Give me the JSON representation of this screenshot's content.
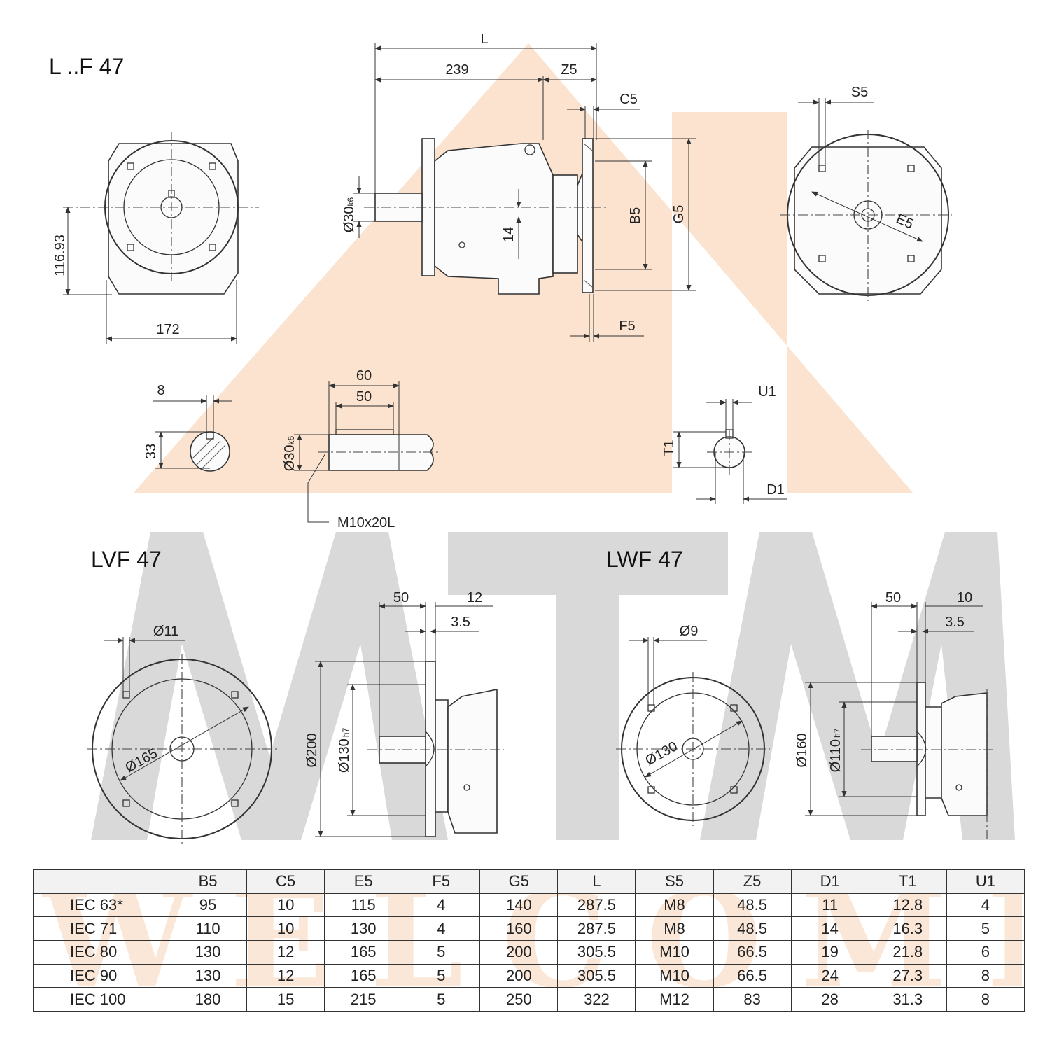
{
  "watermark": {
    "logo_text": "MTM",
    "word": "WELCOME",
    "accent": "#fbe3cf",
    "grey": "#d9d9d9"
  },
  "titles": {
    "top": "L ..F 47",
    "left_bottom": "LVF 47",
    "right_bottom": "LWF 47"
  },
  "top_dims": {
    "front_height": "116.93",
    "front_width": "172",
    "L": "L",
    "len_239": "239",
    "Z5": "Z5",
    "C5": "C5",
    "F5": "F5",
    "shaft_dia": "Ø30",
    "shaft_tol": "k6",
    "dim_14": "14",
    "B5": "B5",
    "G5": "G5",
    "S5": "S5",
    "E5": "E5"
  },
  "shaft_dims": {
    "key_w": "8",
    "key_h": "33",
    "len_60": "60",
    "len_50": "50",
    "shaft_dia": "Ø30",
    "shaft_tol": "k6",
    "thread": "M10x20L",
    "U1": "U1",
    "T1": "T1",
    "D1": "D1"
  },
  "lvf_dims": {
    "hole": "Ø11",
    "pcd": "Ø165",
    "d50": "50",
    "d12": "12",
    "d35": "3.5",
    "outer": "Ø200",
    "spigot": "Ø130",
    "spigot_tol": "h7"
  },
  "lwf_dims": {
    "hole": "Ø9",
    "pcd": "Ø130",
    "d50": "50",
    "d10": "10",
    "d35": "3.5",
    "outer": "Ø160",
    "spigot": "Ø110",
    "spigot_tol": "h7"
  },
  "table": {
    "headers": [
      "",
      "B5",
      "C5",
      "E5",
      "F5",
      "G5",
      "L",
      "S5",
      "Z5",
      "D1",
      "T1",
      "U1"
    ],
    "rows": [
      [
        "IEC 63*",
        "95",
        "10",
        "115",
        "4",
        "140",
        "287.5",
        "M8",
        "48.5",
        "11",
        "12.8",
        "4"
      ],
      [
        "IEC 71",
        "110",
        "10",
        "130",
        "4",
        "160",
        "287.5",
        "M8",
        "48.5",
        "14",
        "16.3",
        "5"
      ],
      [
        "IEC 80",
        "130",
        "12",
        "165",
        "5",
        "200",
        "305.5",
        "M10",
        "66.5",
        "19",
        "21.8",
        "6"
      ],
      [
        "IEC 90",
        "130",
        "12",
        "165",
        "5",
        "200",
        "305.5",
        "M10",
        "66.5",
        "24",
        "27.3",
        "8"
      ],
      [
        "IEC 100",
        "180",
        "15",
        "215",
        "5",
        "250",
        "322",
        "M12",
        "83",
        "28",
        "31.3",
        "8"
      ]
    ]
  }
}
